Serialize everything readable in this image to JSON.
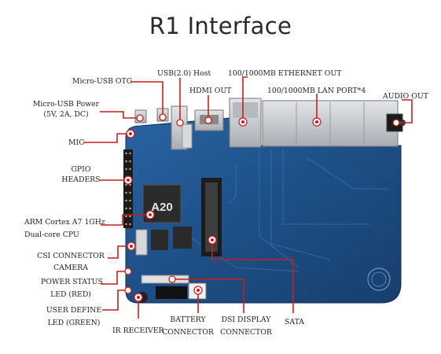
{
  "title": "R1 Interface",
  "chip": {
    "brand": "A20"
  },
  "labels": {
    "micro_usb_otg": "Micro-USB OTG",
    "usb_host": "USB(2.0) Host",
    "ethernet_out": "100/1000MB ETHERNET OUT",
    "hdmi_out": "HDMI OUT",
    "lan_port": "100/1000MB LAN PORT*4",
    "audio_out": "AUDIO OUT",
    "micro_usb_power_1": "Micro-USB Power",
    "micro_usb_power_2": "(5V, 2A, DC)",
    "mic": "MIC",
    "gpio_1": "GPIO",
    "gpio_2": "HEADERS",
    "arm_cpu_1": "ARM Cortex A7 1GHz",
    "arm_cpu_2": "Dual-core CPU",
    "csi_1": "CSI CONNECTOR",
    "csi_2": "CAMERA",
    "power_status_1": "POWER STATUS",
    "power_status_2": "LED (RED)",
    "user_define_1": "USER DEFINE",
    "user_define_2": "LED (GREEN)",
    "ir_receiver": "IR RECEIVER",
    "battery_1": "BATTERY",
    "battery_2": "CONNECTOR",
    "dsi_1": "DSI DISPLAY",
    "dsi_2": "CONNECTOR",
    "sata": "SATA"
  },
  "colors": {
    "board": "#1d4f86",
    "annotation": "#c81e1e",
    "metal": "#c9ccd0"
  }
}
